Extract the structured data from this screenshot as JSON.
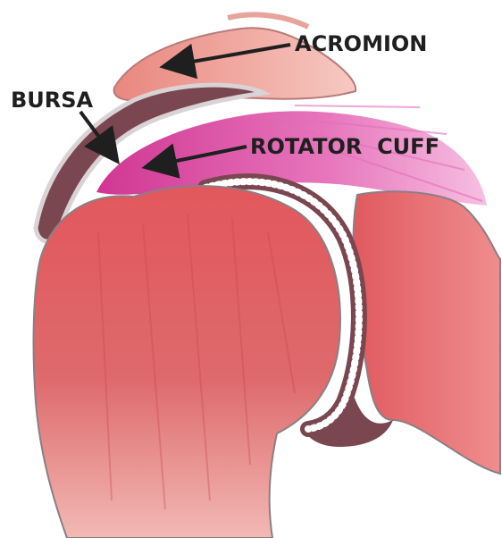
{
  "labels": {
    "acromion": "ACROMION",
    "bursa": "BURSA",
    "rotator_cuff": "ROTATOR  CUFF"
  },
  "colors": {
    "background": "#ffffff",
    "bone_red": "#d9575c",
    "bone_light": "#ef9e9c",
    "acromion": "#e7928a",
    "bursa": "#7a4650",
    "rotator_cuff": "#d63c9a",
    "cartilage": "#ffffff",
    "outline": "#7d7378",
    "label_text": "#1f1f1f"
  }
}
